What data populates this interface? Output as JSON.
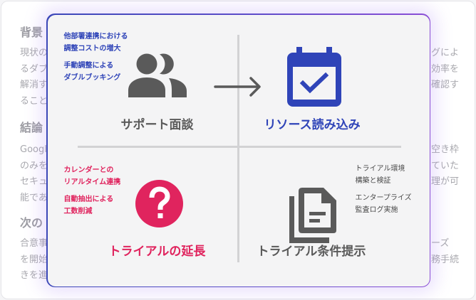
{
  "document": {
    "sections": [
      {
        "heading": "背景",
        "lines_left": [
          "現状の",
          "るダブ",
          "解消す",
          "ること"
        ],
        "lines_right": [
          "グによ",
          "効率を",
          "確認す"
        ]
      },
      {
        "heading": "結論",
        "lines_left": [
          "Googl",
          "のみを",
          "セキュ",
          "能であ"
        ],
        "lines_right": [
          "空き枠",
          "ていた",
          "理が可"
        ]
      },
      {
        "heading": "次の",
        "lines_left": [
          "合意事",
          "を開始",
          "きを進"
        ],
        "lines_right": [
          "ーズ",
          "務手続"
        ]
      }
    ]
  },
  "diagram": {
    "colors": {
      "blue": "#2f44b8",
      "pink": "#e0245e",
      "gray": "#5a5a5a",
      "divider": "#d2d2d4",
      "card_bg": "#f4f4f5",
      "border_start": "#3b47b8",
      "border_end": "#8b4fd6"
    },
    "quadrants": {
      "top_left": {
        "title": "サポート面談",
        "icon": "people-group-icon",
        "notes": [
          [
            "他部署連携における",
            "調整コストの増大"
          ],
          [
            "手動調整による",
            "ダブルブッキング"
          ]
        ]
      },
      "top_right": {
        "title": "リソース読み込み",
        "icon": "calendar-check-icon"
      },
      "bottom_left": {
        "title": "トライアルの延長",
        "icon": "help-circle-icon",
        "notes": [
          [
            "カレンダーとの",
            "リアルタイム連携"
          ],
          [
            "自動抽出による",
            "工数削減"
          ]
        ]
      },
      "bottom_right": {
        "title": "トライアル条件提示",
        "icon": "documents-copy-icon",
        "notes": [
          [
            "トライアル環境",
            "構築と検証"
          ],
          [
            "エンタープライズ",
            "監査ログ実施"
          ]
        ]
      }
    },
    "arrow": "arrow-right-icon"
  }
}
